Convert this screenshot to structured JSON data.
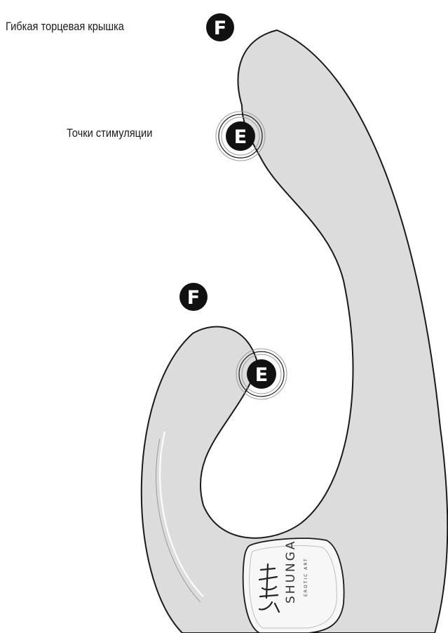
{
  "labels": {
    "end_cap": "Гибкая торцевая крышка",
    "stimulation_points": "Точки стимуляции"
  },
  "markers": {
    "top_f": "F",
    "top_e": "E",
    "inner_f": "F",
    "inner_e": "E"
  },
  "logo": {
    "brand": "SHUNGA",
    "subtitle": "EROTIC ART"
  },
  "colors": {
    "body_fill": "#dcdcdc",
    "outline": "#1a1a1a",
    "marker_fill": "#111111",
    "marker_text": "#ffffff"
  }
}
